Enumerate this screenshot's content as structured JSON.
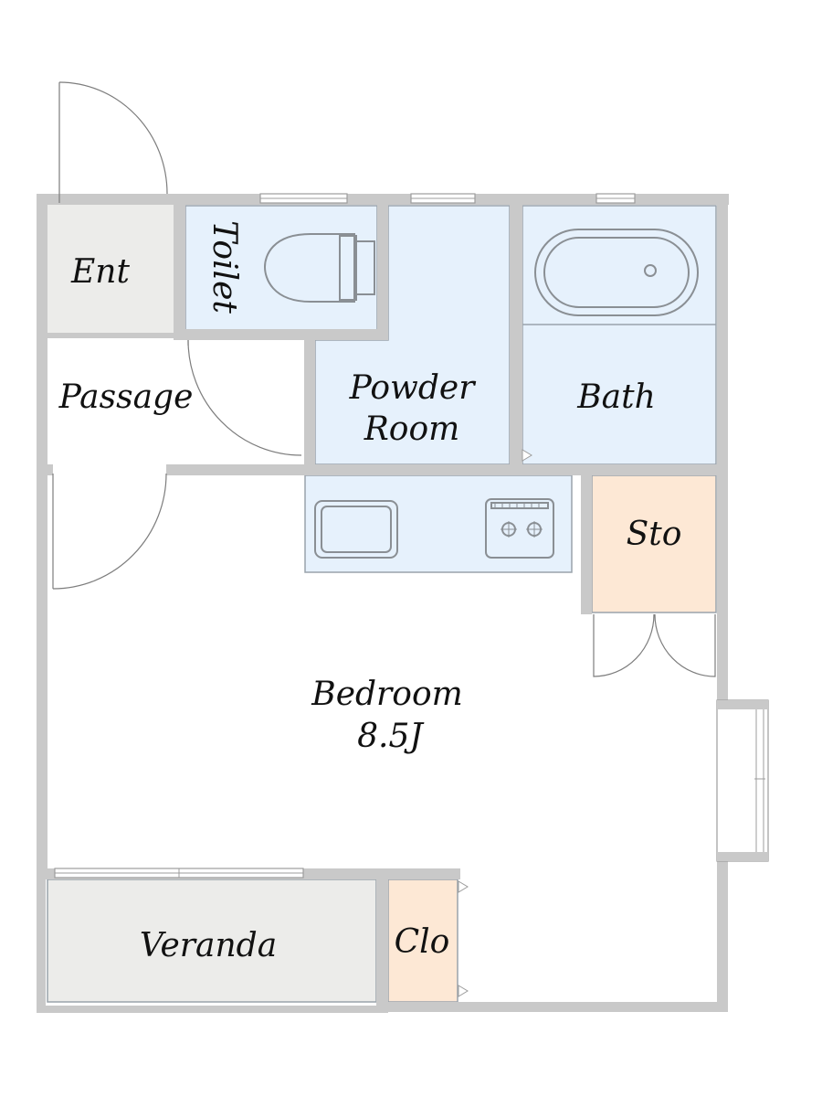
{
  "colors": {
    "wall": "#c9c9c9",
    "wet_area": "#e6f1fc",
    "storage": "#fde8d5",
    "outdoor": "#ececea",
    "interior": "#ffffff"
  },
  "rooms": {
    "entrance": {
      "label": "Ent"
    },
    "toilet": {
      "label": "Toilet"
    },
    "passage": {
      "label": "Passage"
    },
    "powder_room": {
      "label_line1": "Powder",
      "label_line2": "Room"
    },
    "bath": {
      "label": "Bath"
    },
    "storage": {
      "label": "Sto"
    },
    "bedroom": {
      "label": "Bedroom",
      "area": "8.5J"
    },
    "veranda": {
      "label": "Veranda"
    },
    "closet": {
      "label": "Clo"
    }
  },
  "icons": [
    "toilet-icon",
    "bathtub-icon",
    "sink-icon",
    "stove-icon"
  ]
}
